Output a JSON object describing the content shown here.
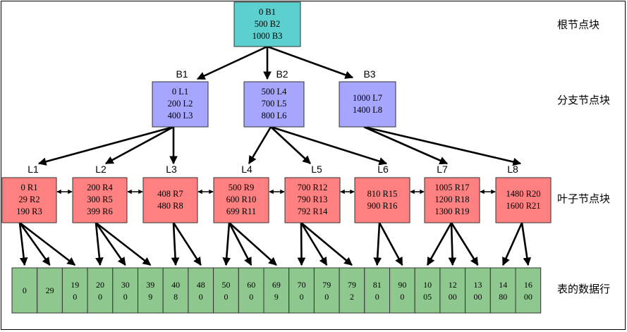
{
  "root": {
    "lines": [
      "0 B1",
      "500 B2",
      "1000 B3"
    ]
  },
  "branches": [
    {
      "name": "B1",
      "lines": [
        "0 L1",
        "200 L2",
        "400 L3"
      ]
    },
    {
      "name": "B2",
      "lines": [
        "500 L4",
        "700 L5",
        "800 L6"
      ]
    },
    {
      "name": "B3",
      "lines": [
        "1000 L7",
        "1400 L8"
      ]
    }
  ],
  "leaves": [
    {
      "name": "L1",
      "lines": [
        "0 R1",
        "29 R2",
        "190 R3"
      ]
    },
    {
      "name": "L2",
      "lines": [
        "200 R4",
        "300 R5",
        "399 R6"
      ]
    },
    {
      "name": "L3",
      "lines": [
        "408 R7",
        "480 R8"
      ]
    },
    {
      "name": "L4",
      "lines": [
        "500 R9",
        "600 R10",
        "699 R11"
      ]
    },
    {
      "name": "L5",
      "lines": [
        "700 R12",
        "790 R13",
        "792 R14"
      ]
    },
    {
      "name": "L6",
      "lines": [
        "810 R15",
        "900 R16"
      ]
    },
    {
      "name": "L7",
      "lines": [
        "1005 R17",
        "1200 R18",
        "1300 R19"
      ]
    },
    {
      "name": "L8",
      "lines": [
        "1480 R20",
        "1600 R21"
      ]
    }
  ],
  "rows": [
    [
      "0"
    ],
    [
      "29"
    ],
    [
      "19",
      "0"
    ],
    [
      "20",
      "0"
    ],
    [
      "30",
      "0"
    ],
    [
      "39",
      "9"
    ],
    [
      "40",
      "8"
    ],
    [
      "48",
      "0"
    ],
    [
      "50",
      "0"
    ],
    [
      "60",
      "0"
    ],
    [
      "69",
      "9"
    ],
    [
      "70",
      "0"
    ],
    [
      "79",
      "0"
    ],
    [
      "79",
      "2"
    ],
    [
      "81",
      "0"
    ],
    [
      "90",
      "0"
    ],
    [
      "10",
      "05"
    ],
    [
      "12",
      "00"
    ],
    [
      "13",
      "00"
    ],
    [
      "14",
      "80"
    ],
    [
      "16",
      "00"
    ]
  ],
  "side_labels": {
    "root": "根节点块",
    "branch": "分支节点块",
    "leaf": "叶子节点块",
    "rows": "表的数据行"
  },
  "colors": {
    "root": "#5ccfcf",
    "branch": "#a6a6ff",
    "leaf": "#ff8080",
    "row": "#8fc88f"
  }
}
